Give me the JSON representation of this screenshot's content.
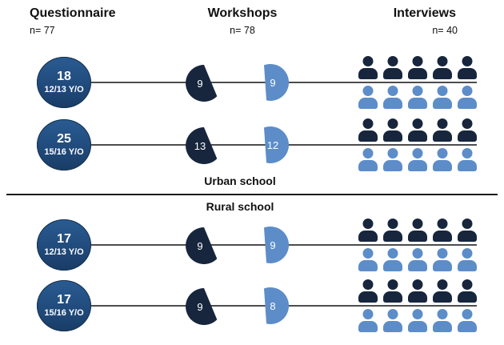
{
  "columns": [
    {
      "title": "Questionnaire",
      "n_label": "n= 77"
    },
    {
      "title": "Workshops",
      "n_label": "n= 78"
    },
    {
      "title": "Interviews",
      "n_label": "n= 40"
    }
  ],
  "sections": [
    {
      "label": "Urban school",
      "rows": [
        {
          "questionnaire_count": "18",
          "age_group": "12/13 Y/O",
          "workshop_count_dark": "9",
          "workshop_count_light": "9",
          "interviewees_dark": 5,
          "interviewees_light": 5
        },
        {
          "questionnaire_count": "25",
          "age_group": "15/16 Y/O",
          "workshop_count_dark": "13",
          "workshop_count_light": "12",
          "interviewees_dark": 5,
          "interviewees_light": 5
        }
      ]
    },
    {
      "label": "Rural school",
      "rows": [
        {
          "questionnaire_count": "17",
          "age_group": "12/13 Y/O",
          "workshop_count_dark": "9",
          "workshop_count_light": "9",
          "interviewees_dark": 5,
          "interviewees_light": 5
        },
        {
          "questionnaire_count": "17",
          "age_group": "15/16 Y/O",
          "workshop_count_dark": "9",
          "workshop_count_light": "8",
          "interviewees_dark": 5,
          "interviewees_light": 5
        }
      ]
    }
  ],
  "colors": {
    "dark_navy": "#17263d",
    "light_blue": "#5c8dc9",
    "circle_fill": "#1e4676",
    "row_line": "#4d4d4d"
  }
}
